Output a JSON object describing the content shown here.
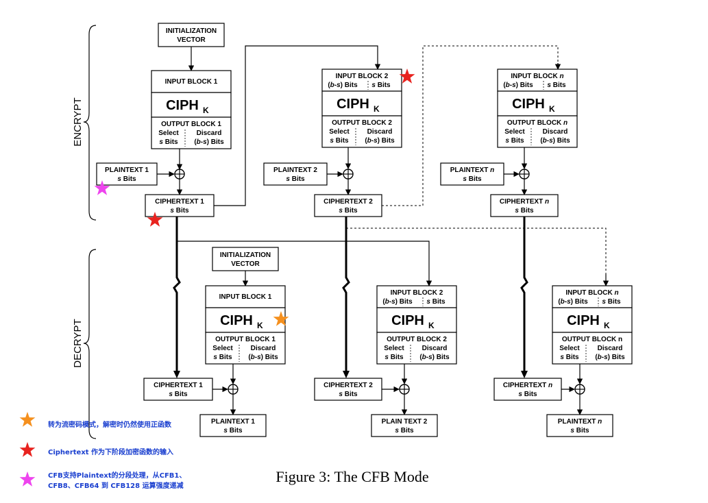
{
  "sections": {
    "encrypt": "ENCRYPT",
    "decrypt": "DECRYPT"
  },
  "labels": {
    "init_vector_1": "INITIALIZATION",
    "init_vector_2": "VECTOR",
    "input_block_1": "INPUT BLOCK 1",
    "input_block_2": "INPUT BLOCK 2",
    "input_block_n_prefix": "INPUT BLOCK ",
    "output_block_1": "OUTPUT BLOCK 1",
    "output_block_2": "OUTPUT BLOCK 2",
    "output_block_n_prefix": "OUTPUT BLOCK ",
    "output_block_n_dec": "OUTPUT BLOCK n",
    "n": "n",
    "b_s_bits_pre": "(",
    "b_s_bits_b": "b",
    "b_s_bits_mid": "-",
    "b_s_bits_s": "s",
    "b_s_bits_post": ") Bits",
    "s_bits_s": "s",
    "s_bits_post": " Bits",
    "select": "Select",
    "discard": "Discard",
    "ciph": "CIPH",
    "ciph_sub": "K",
    "plaintext_1": "PLAINTEXT 1",
    "plaintext_2": "PLAINTEXT 2",
    "plaintext_n_prefix": "PLAINTEXT ",
    "ciphertext_1": "CIPHERTEXT 1",
    "ciphertext_2": "CIPHERTEXT 2",
    "ciphertext_n_prefix": "CIPHERTEXT ",
    "plaintext_1_dec": "PLAINTEXT 1",
    "plaintext_2_dec": "PLAIN TEXT 2",
    "xor_symbol": "⊕"
  },
  "caption": "Figure 3: The CFB Mode",
  "annotations": [
    {
      "star": "orange",
      "text": "转为流密码模式，解密时仍然使用正函数"
    },
    {
      "star": "red",
      "text": "Ciphertext 作为下阶段加密函数的输入"
    },
    {
      "star": "magenta",
      "text_line1": "CFB支持Plaintext的分段处理，从CFB1、",
      "text_line2": "CFB8、CFB64 到 CFB128 运算强度递减"
    }
  ],
  "colors": {
    "orange_star": "#f5901e",
    "red_star": "#e8231f",
    "magenta_star": "#ee44ee",
    "note_text": "#1a3fcf"
  }
}
